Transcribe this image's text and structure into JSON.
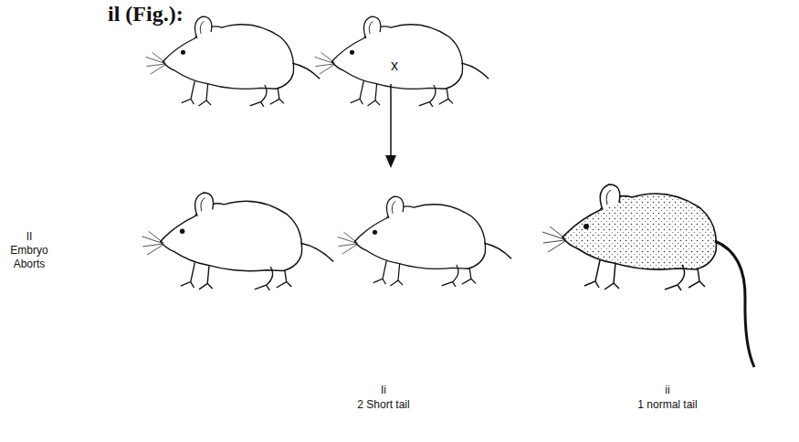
{
  "diagram": {
    "labels": [
      "il (Fig.):",
      "x",
      "II Embryo Aborts",
      "Ii",
      "2 Short tail",
      "ii",
      "1 normal tail"
    ]
  }
}
